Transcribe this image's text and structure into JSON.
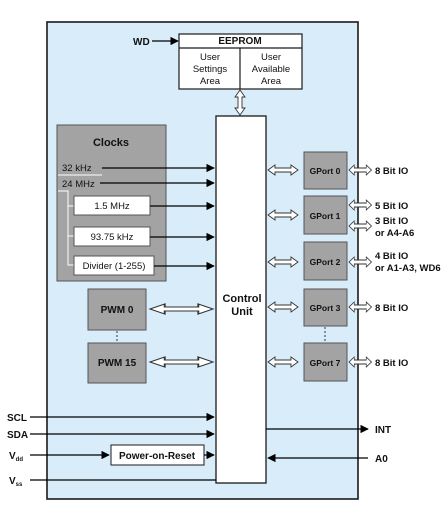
{
  "chip": {
    "fill": "#d9ecfa",
    "stroke": "#1a1a1a"
  },
  "eeprom": {
    "title": "EEPROM",
    "user_settings": [
      "User",
      "Settings",
      "Area"
    ],
    "user_available": [
      "User",
      "Available",
      "Area"
    ],
    "wd_label": "WD"
  },
  "clocks": {
    "title": "Clocks",
    "fill": "#a3a3a3",
    "inputs": [
      "32 kHz",
      "24 MHz"
    ],
    "boxes": [
      "1.5 MHz",
      "93.75 kHz",
      "Divider (1-255)"
    ]
  },
  "pwm": {
    "labels": [
      "PWM 0",
      "PWM 15"
    ],
    "fill": "#a3a3a3"
  },
  "control_unit": {
    "lines": [
      "Control",
      "Unit"
    ]
  },
  "gports": [
    {
      "label": "GPort 0",
      "io": [
        "8 Bit IO"
      ]
    },
    {
      "label": "GPort 1",
      "io": [
        "5 Bit IO",
        "3 Bit IO",
        "or A4-A6"
      ]
    },
    {
      "label": "GPort 2",
      "io": [
        "4 Bit IO",
        "or A1-A3, WD6"
      ]
    },
    {
      "label": "GPort 3",
      "io": [
        "8 Bit IO"
      ]
    },
    {
      "label": "GPort 7",
      "io": [
        "8 Bit IO"
      ]
    }
  ],
  "signals": {
    "scl": "SCL",
    "sda": "SDA",
    "vdd_main": "V",
    "vdd_sub": "dd",
    "vss_main": "V",
    "vss_sub": "ss",
    "int": "INT",
    "a0": "A0"
  },
  "power_on_reset": "Power-on-Reset"
}
